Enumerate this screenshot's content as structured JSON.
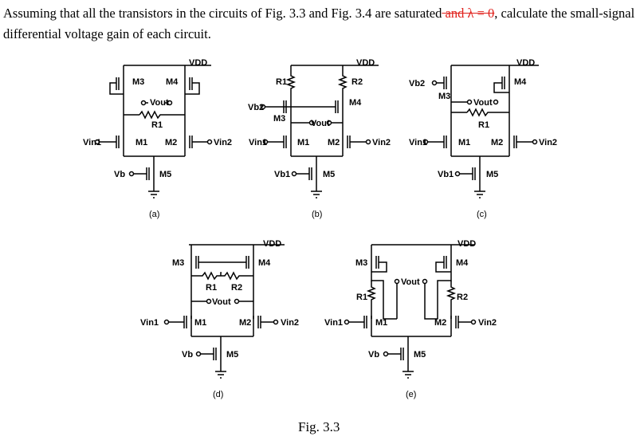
{
  "question": {
    "part1": "Assuming that all the transistors in the circuits of Fig. 3.3 and Fig. 3.4 are saturated",
    "struck": " and λ = 0",
    "part2": ", calculate the small-signal differential voltage gain of each circuit."
  },
  "figure_caption": "Fig. 3.3",
  "panels": [
    {
      "caption": "(a)",
      "labels": {
        "vdd": "VDD",
        "m3": "M3",
        "m4": "M4",
        "vout": "Vout",
        "r1": "R1",
        "vin1": "Vin1",
        "m1": "M1",
        "m2": "M2",
        "vin2": "Vin2",
        "vb": "Vb",
        "m5": "M5"
      }
    },
    {
      "caption": "(b)",
      "labels": {
        "vdd": "VDD",
        "r1": "R1",
        "r2": "R2",
        "vb2": "Vb2",
        "m3": "M3",
        "m4": "M4",
        "vout": "Vout",
        "vin1": "Vin1",
        "m1": "M1",
        "m2": "M2",
        "vin2": "Vin2",
        "vb1": "Vb1",
        "m5": "M5"
      }
    },
    {
      "caption": "(c)",
      "labels": {
        "vdd": "VDD",
        "vb2": "Vb2",
        "m3": "M3",
        "m4": "M4",
        "vout": "Vout",
        "r1": "R1",
        "vin1": "Vin1",
        "m1": "M1",
        "m2": "M2",
        "vin2": "Vin2",
        "vb1": "Vb1",
        "m5": "M5"
      }
    },
    {
      "caption": "(d)",
      "labels": {
        "vdd": "VDD",
        "m3": "M3",
        "m4": "M4",
        "r1": "R1",
        "r2": "R2",
        "vout": "Vout",
        "vin1": "Vin1",
        "m1": "M1",
        "m2": "M2",
        "vin2": "Vin2",
        "vb": "Vb",
        "m5": "M5"
      }
    },
    {
      "caption": "(e)",
      "labels": {
        "vdd": "VDD",
        "m3": "M3",
        "m4": "M4",
        "vout": "Vout",
        "r1": "R1",
        "r2": "R2",
        "vin1": "Vin1",
        "m1": "M1",
        "m2": "M2",
        "vin2": "Vin2",
        "vb": "Vb",
        "m5": "M5"
      }
    }
  ],
  "colors": {
    "ink": "#000000",
    "strike": "#e0201b"
  }
}
